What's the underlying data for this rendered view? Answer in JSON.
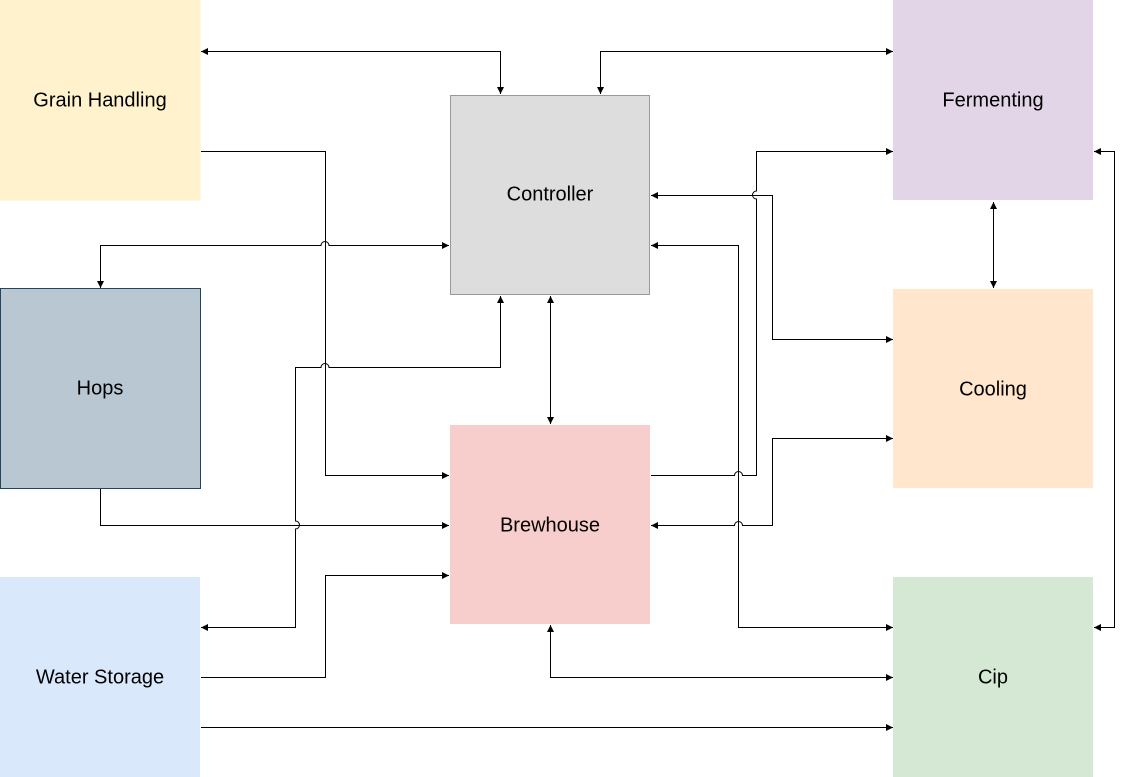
{
  "nodes": {
    "grain_handling": {
      "label": "Grain Handling",
      "fill": "#FFF2CC",
      "stroke": "#FFF2CC"
    },
    "hops": {
      "label": "Hops",
      "fill": "#B9C7D3",
      "stroke": "#23445D"
    },
    "water_storage": {
      "label": "Water Storage",
      "fill": "#DAE8FC",
      "stroke": "#DAE8FC"
    },
    "controller": {
      "label": "Controller",
      "fill": "#DDDDDD",
      "stroke": "#999999"
    },
    "brewhouse": {
      "label": "Brewhouse",
      "fill": "#F8CECC",
      "stroke": "#F8CECC"
    },
    "fermenting": {
      "label": "Fermenting",
      "fill": "#E1D5E7",
      "stroke": "#E1D5E7"
    },
    "cooling": {
      "label": "Cooling",
      "fill": "#FFE6CC",
      "stroke": "#FFE6CC"
    },
    "cip": {
      "label": "Cip",
      "fill": "#D5E8D4",
      "stroke": "#D5E8D4"
    }
  },
  "connections": [
    {
      "from": "grain_handling",
      "to": "controller",
      "direction": "both"
    },
    {
      "from": "controller",
      "to": "fermenting",
      "direction": "both"
    },
    {
      "from": "controller",
      "to": "hops",
      "direction": "both"
    },
    {
      "from": "grain_handling",
      "to": "brewhouse",
      "direction": "forward"
    },
    {
      "from": "controller",
      "to": "water_storage",
      "direction": "both"
    },
    {
      "from": "controller",
      "to": "brewhouse",
      "direction": "both"
    },
    {
      "from": "hops",
      "to": "brewhouse",
      "direction": "forward"
    },
    {
      "from": "water_storage",
      "to": "brewhouse",
      "direction": "forward"
    },
    {
      "from": "brewhouse",
      "to": "fermenting",
      "direction": "forward"
    },
    {
      "from": "controller",
      "to": "cooling",
      "direction": "both"
    },
    {
      "from": "controller",
      "to": "cip",
      "direction": "both"
    },
    {
      "from": "cooling",
      "to": "brewhouse",
      "direction": "both"
    },
    {
      "from": "fermenting",
      "to": "cooling",
      "direction": "both"
    },
    {
      "from": "fermenting",
      "to": "cip",
      "direction": "both"
    },
    {
      "from": "brewhouse",
      "to": "cip",
      "direction": "both"
    },
    {
      "from": "water_storage",
      "to": "cip",
      "direction": "forward"
    }
  ]
}
